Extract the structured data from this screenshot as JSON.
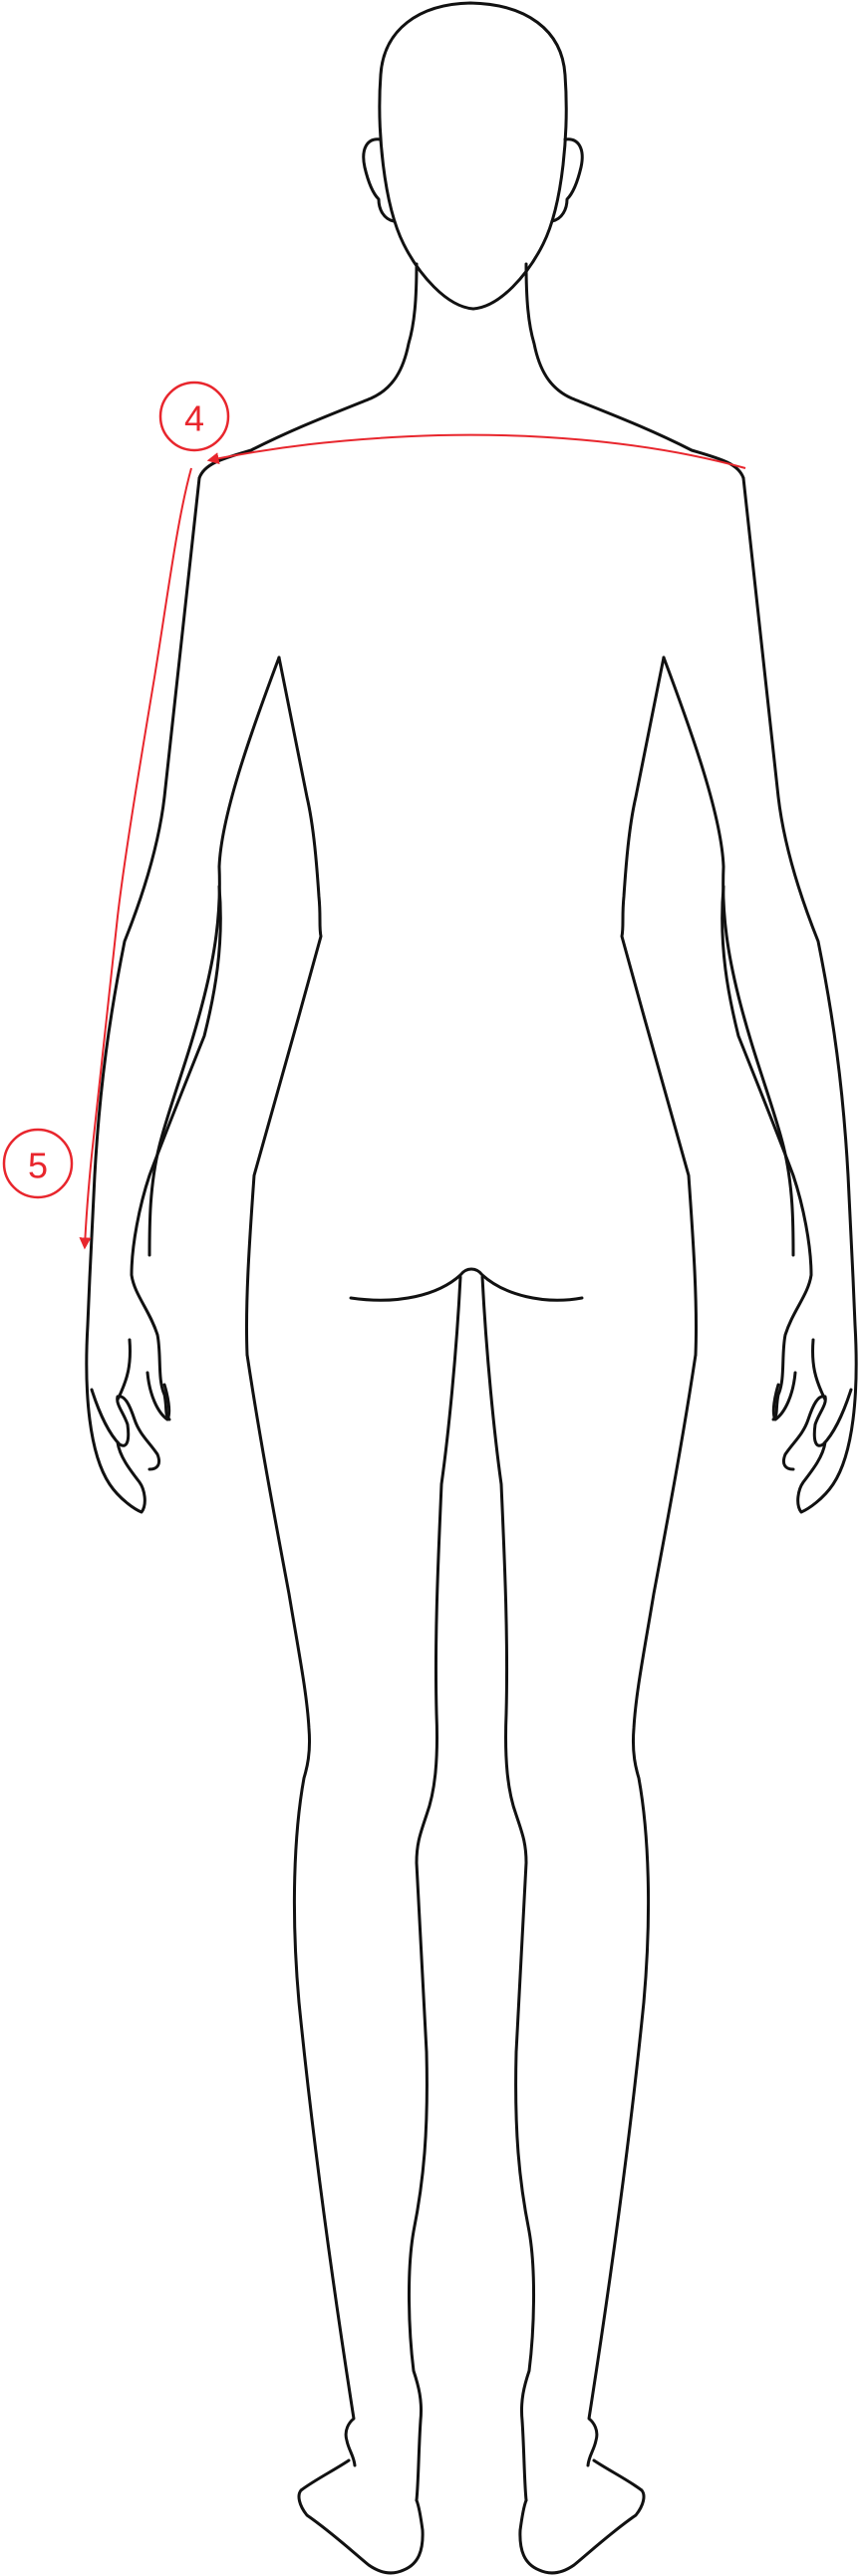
{
  "diagram": {
    "figure": "back-view-body-outline",
    "measurements": [
      {
        "number": "4",
        "color": "#e8262d"
      },
      {
        "number": "5",
        "color": "#e8262d"
      }
    ],
    "outline_color": "#111111",
    "accent_color": "#e8262d"
  }
}
